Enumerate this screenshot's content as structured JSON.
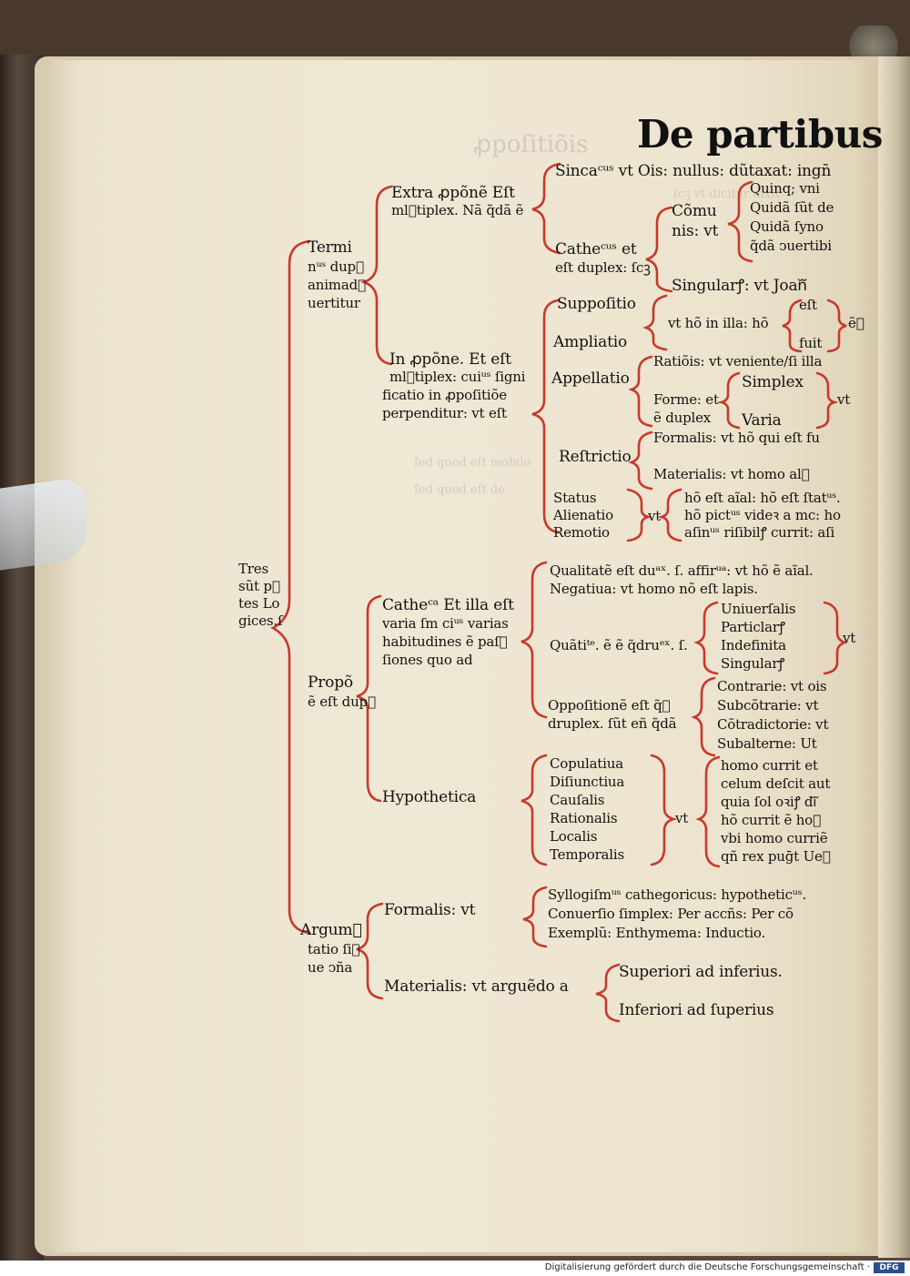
{
  "header": {
    "running_title": "De partibus"
  },
  "tree": {
    "root": [
      "Tres",
      "sũt pᷓ",
      "tes Lo",
      "gices.ſ"
    ],
    "terminus": {
      "label": [
        "Termi",
        "nᵘˢ dupᷓ",
        "animadᷓ",
        "uertitur"
      ],
      "extra": {
        "label": [
          "Extra ꝓpõnẽ Eſt",
          "mlᷓtiplex. Nã q̃dã ẽ"
        ],
        "sincategorematicus": "Sincaᶜᵘˢ vt Ois: nullus: dũtaxat: ingn̄",
        "cathegorematicus": [
          "Catheᶜᵘˢ et",
          "eſt duplex: ſcꝫ"
        ],
        "communis": [
          "Cõmu",
          "nis: vt"
        ],
        "communis_items": [
          "Quinq; vni",
          "Quidã ſũt de",
          "Quidã ſyno",
          "q̃dã ↄuertibi"
        ],
        "singularis": "Singularꝭ: vt Joanᷓ"
      },
      "in": {
        "label": [
          "In ꝓpõne. Et eſt",
          "mlᷓtiplex: cuiᵘˢ ſigni",
          "ficatio in ꝓpoſitiõe",
          "perpenditur: vt eſt"
        ],
        "properties": [
          "Suppoſitio",
          "Ampliatio",
          "Appellatio",
          "Reſtrictio",
          "Status",
          "Alienatio",
          "Remotio"
        ],
        "ampliatio_example": "vt hõ in illa: hõ",
        "tenses": [
          "eſt",
          "ẽᷓ",
          "fuit"
        ],
        "appellatio": {
          "rationis": "Ratiõis: vt veniente/ſi illa",
          "forme": [
            "Forme: et",
            "ẽ duplex"
          ],
          "forme_items": [
            "Simplex",
            "Varia"
          ],
          "forme_vt": "vt"
        },
        "restrictio": {
          "formalis": "Formalis: vt hõ qui eſt fu",
          "materialis": "Materialis: vt homo alᷓ"
        },
        "status_vt": "vt",
        "status_examples": [
          "hõ eſt aĩal: hõ eſt ſtatᵘˢ.",
          "hõ pictᵘˢ videꝛ a mc: ho",
          "aſinᵘˢ riſibilꝭ currit: aſi"
        ]
      }
    },
    "propositio": {
      "label": [
        "Propõ",
        "ẽ eſt dupᷓ"
      ],
      "cathegorica": {
        "label": [
          "Catheᶜᵃ Et illa eſt",
          "varia ſm ciᵘˢ varias",
          "habitudines ẽ paſᷓ",
          "ſiones quo ad"
        ],
        "qualitate": [
          "Qualitatẽ eſt duᵃˣ. ſ. affirᵘᵃ: vt hõ ẽ aĩal.",
          "Negatiua: vt homo nõ eſt lapis."
        ],
        "quantitate": "Quãtiᵗᵉ. ẽ ẽ q̃druᵉˣ. ſ.",
        "quantitate_items": [
          "Uniuerſalis",
          "Particlarꝭ",
          "Indefinita",
          "Singularꝭ"
        ],
        "quantitate_vt": "vt",
        "oppositione": [
          "Oppoſitionẽ eſt q̃ᷓ",
          "druplex. ſũt eñ q̃dã"
        ],
        "oppositione_items": [
          "Contrarie: vt ois",
          "Subcõtrarie: vt",
          "Cõtradictorie: vt",
          "Subalterne: Ut"
        ]
      },
      "hypothetica": {
        "label": "Hypothetica",
        "items": [
          "Copulatiua",
          "Diſiunctiua",
          "Cauſalis",
          "Rationalis",
          "Localis",
          "Temporalis"
        ],
        "vt": "vt",
        "examples": [
          "homo currit et",
          "celum deſcit aut",
          "quia ſol oꝛiꝭ diᷓ",
          "hõ currit ẽ hoᷓ",
          "vbi homo curriẽ",
          "qñ rex puḡt Ueᷓ"
        ]
      }
    },
    "argumentatio": {
      "label": [
        "Argumᷓ",
        "tatio ſiᷓ",
        "ue ↄña"
      ],
      "formalis": {
        "label": "Formalis: vt",
        "items": [
          "Syllogiſmᵘˢ cathegoricus: hypotheticᵘˢ.",
          "Conuerſio ſimplex: Per accñs: Per cõ",
          "Exemplũ: Enthymema: Inductio."
        ]
      },
      "materialis": {
        "label": "Materialis: vt arguẽdo a",
        "items": [
          "Superiori ad inferius.",
          "Inferiori ad ſuperius"
        ]
      }
    }
  },
  "footer": {
    "credit": "Digitalisierung gefördert durch die Deutsche Forschungsgemeinschaft ·",
    "logo": "DFG"
  },
  "colors": {
    "rubric": "#c8392b",
    "ink": "#151210",
    "paper": "#ede4cf"
  }
}
